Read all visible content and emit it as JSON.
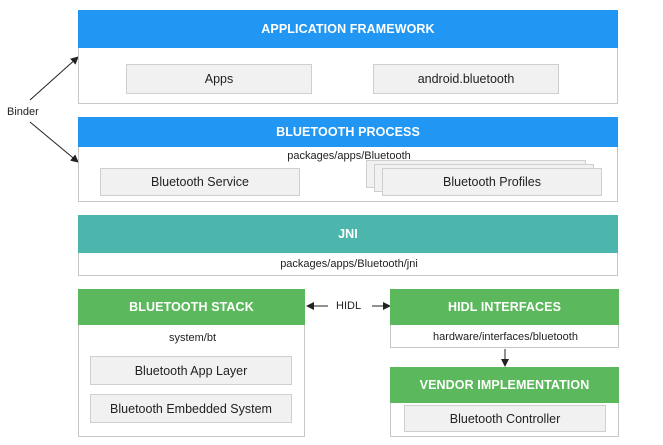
{
  "app_framework": {
    "title": "APPLICATION FRAMEWORK",
    "apps": "Apps",
    "android_bluetooth": "android.bluetooth"
  },
  "bt_process": {
    "title": "BLUETOOTH PROCESS",
    "path": "packages/apps/Bluetooth",
    "service": "Bluetooth Service",
    "profiles": "Bluetooth Profiles"
  },
  "jni": {
    "title": "JNI",
    "path": "packages/apps/Bluetooth/jni"
  },
  "bt_stack": {
    "title": "BLUETOOTH STACK",
    "path": "system/bt",
    "app_layer": "Bluetooth App Layer",
    "embedded": "Bluetooth Embedded System"
  },
  "hidl_interfaces": {
    "title": "HIDL INTERFACES",
    "path": "hardware/interfaces/bluetooth"
  },
  "vendor": {
    "title": "VENDOR IMPLEMENTATION",
    "controller": "Bluetooth Controller"
  },
  "labels": {
    "binder": "Binder",
    "hidl": "HIDL"
  },
  "colors": {
    "blue": "#2196f3",
    "teal": "#4db6ac",
    "green": "#5cb85c"
  }
}
